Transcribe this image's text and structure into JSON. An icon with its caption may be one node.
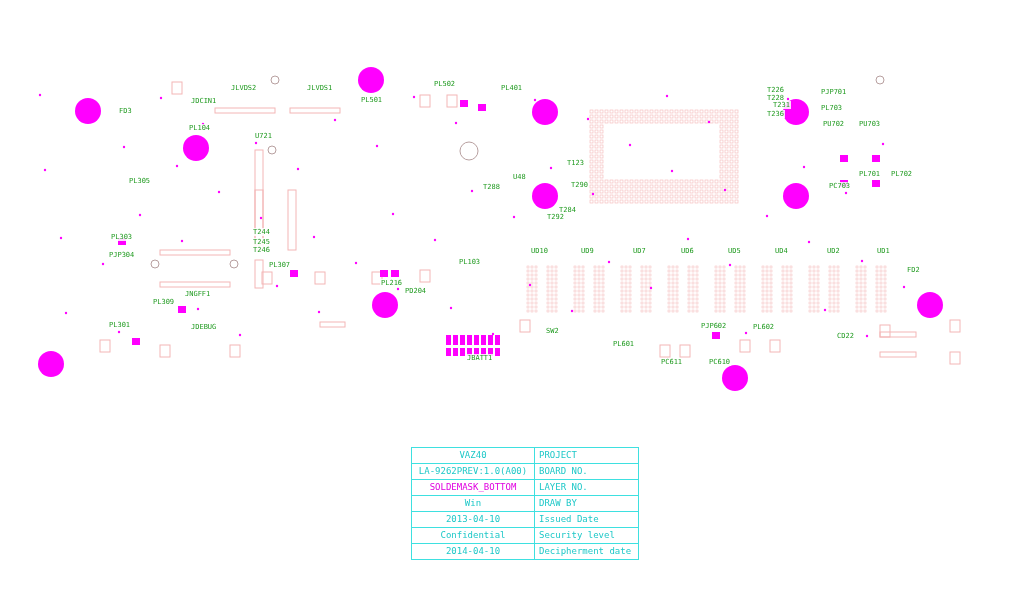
{
  "diagram": {
    "labels": [
      "FD3",
      "JLVDS2",
      "JLVDS1",
      "PL502",
      "PL501",
      "PL401",
      "JDCIN1",
      "PL104",
      "U721",
      "PL305",
      "PL303",
      "PJP304",
      "T244",
      "T245",
      "T246",
      "PL307",
      "PL309",
      "PL301",
      "JDEBUG",
      "JNGFF1",
      "PL103",
      "PL216",
      "PD204",
      "JBATT1",
      "SW2",
      "U48",
      "T288",
      "T290",
      "T123",
      "T284",
      "T292",
      "UD10",
      "UD9",
      "UD7",
      "UD6",
      "UD5",
      "UD4",
      "UD2",
      "UD1",
      "FD2",
      "PL602",
      "PL601",
      "PJP602",
      "PC611",
      "PC610",
      "CD22",
      "T226",
      "T228",
      "T231",
      "T236",
      "PJP701",
      "PL703",
      "PU702",
      "PU703",
      "PL701",
      "PL702",
      "PC703",
      "PROJECT",
      "VAZ40",
      "BOARD NO.",
      "LA-9262PREV:1.0(A00)",
      "LAYER NO.",
      "SOLDEMASK_BOTTOM",
      "DRAW BY",
      "Win",
      "Issued Date",
      "2013-04-10",
      "Security level",
      "Confidential",
      "Decipherment date",
      "2014-04-10"
    ]
  }
}
